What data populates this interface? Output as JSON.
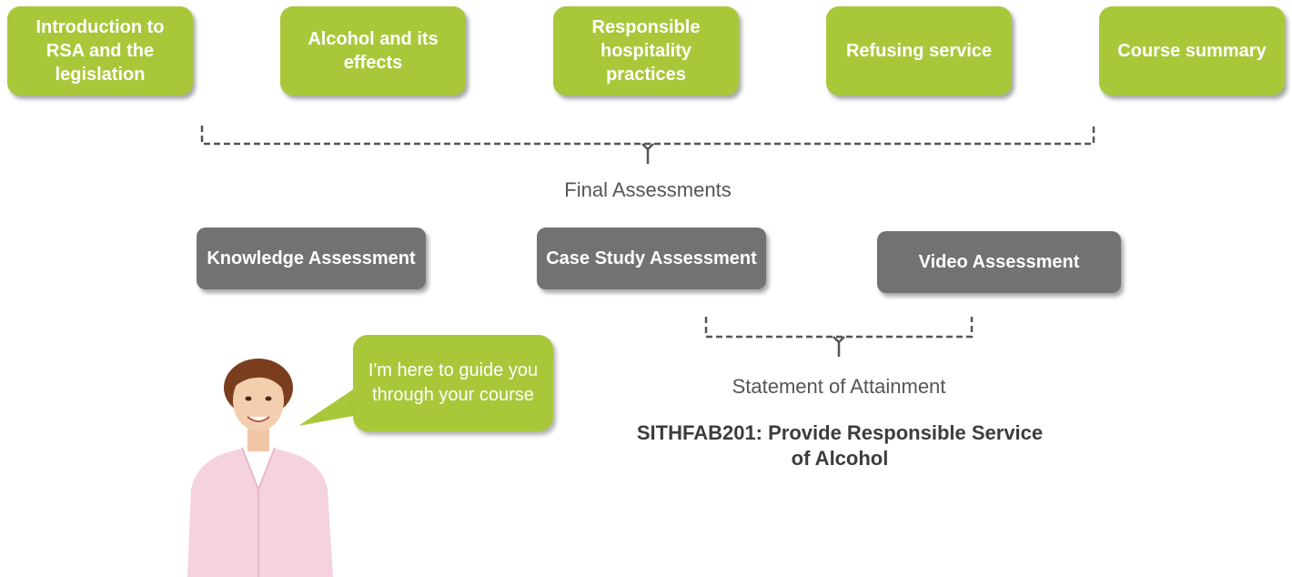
{
  "modules": [
    {
      "label": "Introduction to RSA and the legislation"
    },
    {
      "label": "Alcohol and its effects"
    },
    {
      "label": "Responsible hospitality practices"
    },
    {
      "label": "Refusing service"
    },
    {
      "label": "Course summary"
    }
  ],
  "final_assessments_label": "Final Assessments",
  "assessments": [
    {
      "label": "Knowledge Assessment"
    },
    {
      "label": "Case Study Assessment"
    },
    {
      "label": "Video Assessment"
    }
  ],
  "statement_label": "Statement of Attainment",
  "unit_title": "SITHFAB201: Provide Responsible Service of Alcohol",
  "guide_bubble": "I'm here to guide you through your course",
  "colors": {
    "module_green": "#a8c83a",
    "assessment_grey": "#727272",
    "connector": "#555555"
  }
}
